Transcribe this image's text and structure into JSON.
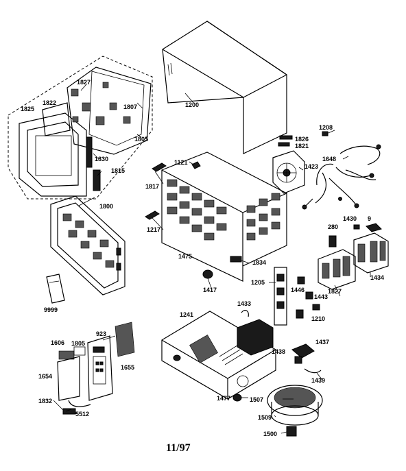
{
  "diagram": {
    "footer": "11/97",
    "labels": [
      {
        "id": "1200",
        "text": "1200"
      },
      {
        "id": "1208",
        "text": "1208"
      },
      {
        "id": "1826",
        "text": "1826"
      },
      {
        "id": "1821",
        "text": "1821"
      },
      {
        "id": "1423",
        "text": "1423"
      },
      {
        "id": "1648",
        "text": "1648"
      },
      {
        "id": "1827a",
        "text": "1827"
      },
      {
        "id": "1807",
        "text": "1807"
      },
      {
        "id": "1825",
        "text": "1825"
      },
      {
        "id": "1822",
        "text": "1822"
      },
      {
        "id": "1805a",
        "text": "1805"
      },
      {
        "id": "1830",
        "text": "1830"
      },
      {
        "id": "1815",
        "text": "1815"
      },
      {
        "id": "1121",
        "text": "1121"
      },
      {
        "id": "1817",
        "text": "1817"
      },
      {
        "id": "1800",
        "text": "1800"
      },
      {
        "id": "1217",
        "text": "1217"
      },
      {
        "id": "1430",
        "text": "1430"
      },
      {
        "id": "9",
        "text": "9"
      },
      {
        "id": "280",
        "text": "280"
      },
      {
        "id": "1475",
        "text": "1475"
      },
      {
        "id": "1834",
        "text": "1834"
      },
      {
        "id": "1434",
        "text": "1434"
      },
      {
        "id": "1205",
        "text": "1205"
      },
      {
        "id": "1446",
        "text": "1446"
      },
      {
        "id": "1827b",
        "text": "1827"
      },
      {
        "id": "1417",
        "text": "1417"
      },
      {
        "id": "1443",
        "text": "1443"
      },
      {
        "id": "1433",
        "text": "1433"
      },
      {
        "id": "1210",
        "text": "1210"
      },
      {
        "id": "9999",
        "text": "9999"
      },
      {
        "id": "1241",
        "text": "1241"
      },
      {
        "id": "1606",
        "text": "1606"
      },
      {
        "id": "1805b",
        "text": "1805"
      },
      {
        "id": "923",
        "text": "923"
      },
      {
        "id": "1437",
        "text": "1437"
      },
      {
        "id": "1438",
        "text": "1438"
      },
      {
        "id": "1655",
        "text": "1655"
      },
      {
        "id": "1654",
        "text": "1654"
      },
      {
        "id": "1439",
        "text": "1439"
      },
      {
        "id": "1477",
        "text": "1477"
      },
      {
        "id": "1507",
        "text": "1507"
      },
      {
        "id": "1832",
        "text": "1832"
      },
      {
        "id": "5512",
        "text": "5512"
      },
      {
        "id": "1509",
        "text": "1509"
      },
      {
        "id": "1500",
        "text": "1500"
      }
    ]
  }
}
